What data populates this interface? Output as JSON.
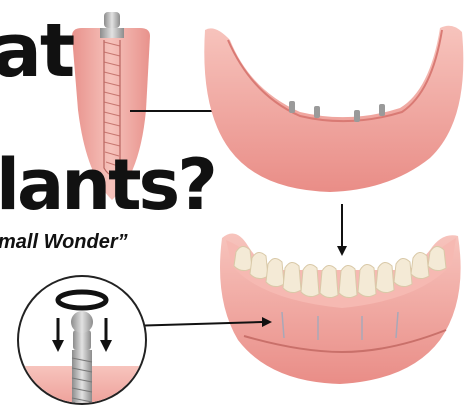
{
  "headline": {
    "line1_fragment": "at",
    "line2_fragment": "lants?"
  },
  "subheadline": "mall Wonder”",
  "colors": {
    "gum_pink": "#f2a9a3",
    "gum_light": "#f8cfc8",
    "implant_metal": "#b8b8b8",
    "tooth": "#f4ead6",
    "ink": "#111111"
  },
  "icons": [
    "implant-screw-icon",
    "o-ring-icon",
    "arrow-right-icon",
    "arrow-down-icon"
  ]
}
